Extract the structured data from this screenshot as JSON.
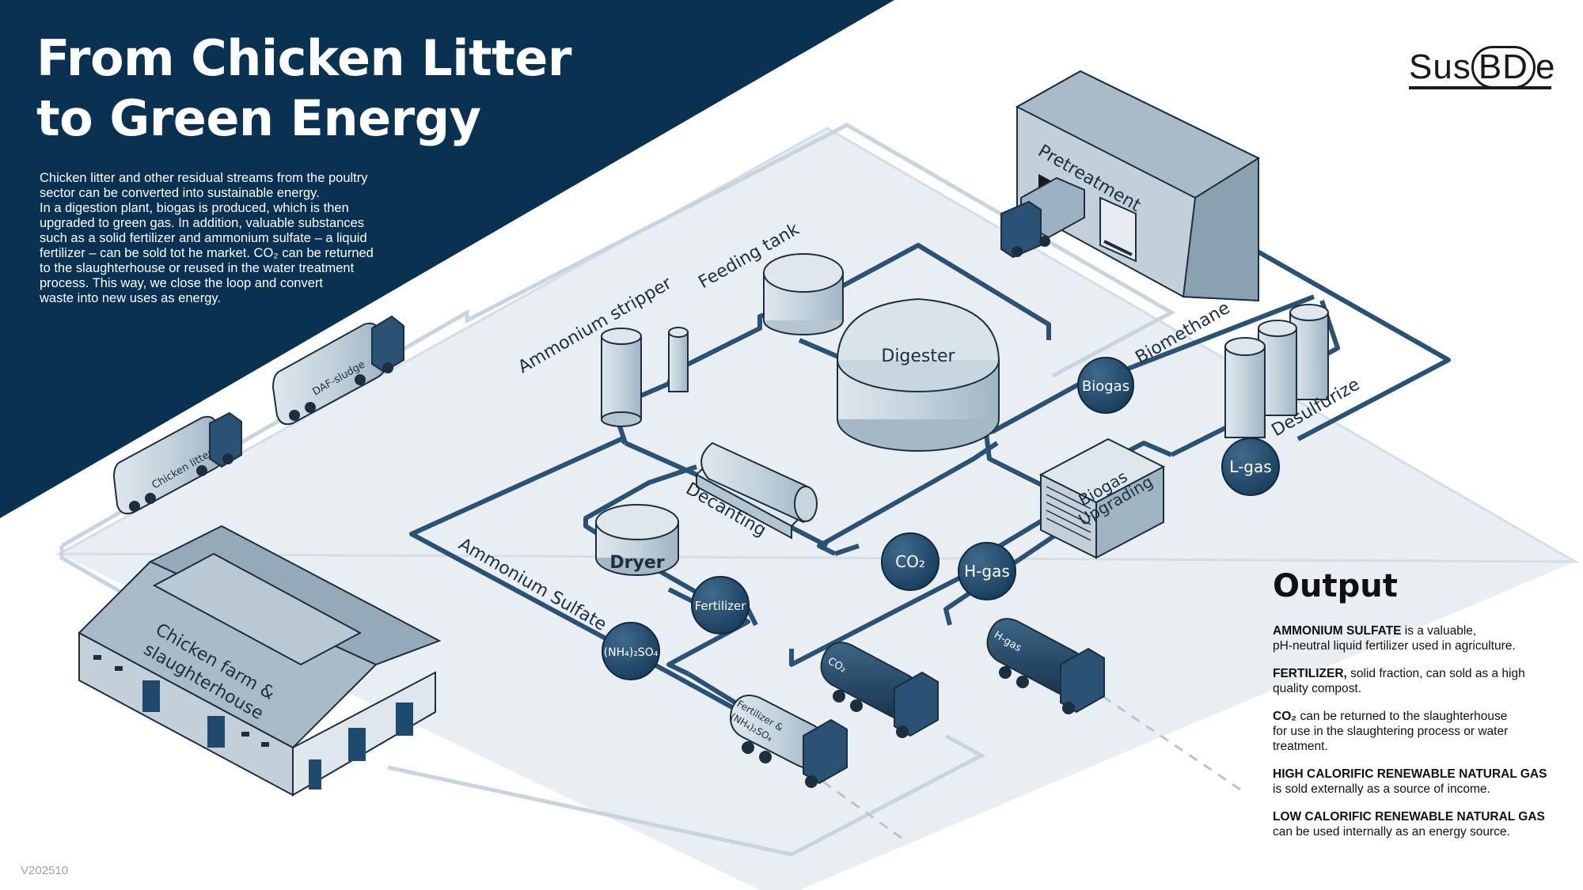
{
  "title_lines": [
    "From Chicken Litter",
    "to Green Energy"
  ],
  "intro_lines": [
    "Chicken litter and other residual streams from the poultry",
    "sector can be converted into sustainable energy.",
    "In a digestion plant, biogas is produced, which is then",
    "upgraded to green gas. In addition, valuable substances",
    "such as a solid fertilizer and ammonium sulfate – a liquid",
    "fertilizer – can be sold tot he market. CO₂ can be returned",
    "to the slaughterhouse or reused in the water treatment",
    "process. This way, we close the loop and convert",
    "waste into new uses as energy."
  ],
  "logo": {
    "prefix": "Sus",
    "ring": "BD",
    "suffix": "e"
  },
  "labels": {
    "pretreatment": "Pretreatment",
    "feeding_tank": "Feeding tank",
    "ammonium_stripper": "Ammonium stripper",
    "digester": "Digester",
    "biomethane": "Biomethane",
    "desulfurize": "Desulfurize",
    "decanting": "Decanting",
    "dryer": "Dryer",
    "ammonium_sulfate": "Ammonium Sulfate",
    "biogas_upgrading_1": "Biogas",
    "biogas_upgrading_2": "Upgrading",
    "farm_1": "Chicken farm &",
    "farm_2": "slaughterhouse",
    "truck_daf": "DAF-sludge",
    "truck_litter": "Chicken litter",
    "truck_co2": "CO₂",
    "truck_hgas": "H-gas",
    "truck_fert_1": "Fertilizer &",
    "truck_fert_2": "(NH₄)₂SO₄"
  },
  "badges": {
    "biogas": "Biogas",
    "lgas": "L-gas",
    "co2": "CO₂",
    "hgas": "H-gas",
    "fertilizer": "Fertilizer",
    "nh4so4": "(NH₄)₂SO₄"
  },
  "output": {
    "heading": "Output",
    "items": [
      {
        "bold": "AMMONIUM SULFATE",
        "rest": " is a valuable,",
        "line2": "pH-neutral liquid fertilizer used in agriculture.",
        "line3": ""
      },
      {
        "bold": "FERTILIZER,",
        "rest": " solid fraction,  can sold as a high",
        "line2": "quality compost.",
        "line3": ""
      },
      {
        "bold": "CO₂",
        "rest": " can be returned to the slaughterhouse",
        "line2": "for use in the slaughtering process or water",
        "line3": "treatment."
      },
      {
        "bold": "HIGH CALORIFIC RENEWABLE  NATURAL GAS",
        "rest": "",
        "line2": "is sold externally as a source of income.",
        "line3": ""
      },
      {
        "bold": "LOW CALORIFIC RENEWABLE NATURAL GAS",
        "rest": "",
        "line2": "can be used internally as an energy source.",
        "line3": ""
      }
    ]
  },
  "version": "V202510",
  "colors": {
    "navy": "#083152",
    "pipe": "#1f4a6b",
    "platform": "#e9eef2",
    "building": "#bac9d3",
    "badge": "#1e4a6e",
    "outline": "#1c2f3e"
  }
}
